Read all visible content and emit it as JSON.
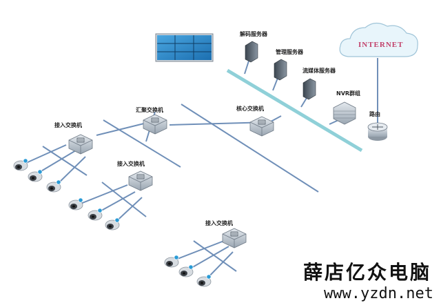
{
  "labels": {
    "decode_server": "解码服务器",
    "mgmt_server": "管理服务器",
    "stream_server": "流媒体服务器",
    "nvr_group": "NVR群组",
    "core_switch": "核心交换机",
    "router": "路由",
    "internet": "INTERNET",
    "aggregation_switch": "汇聚交换机",
    "access_switch_1": "接入交换机",
    "access_switch_2": "接入交换机",
    "access_switch_3": "接入交换机"
  },
  "watermark": {
    "title": "薛店亿众电脑",
    "url": "www.yzdn.net"
  },
  "colors": {
    "backbone": "#8fd0d8",
    "link": "#6f8fb8",
    "device": "#b8c2cc",
    "video_wall": "#2a86c9",
    "cloud": "#e6f4fb",
    "camera": "#d8dde2"
  }
}
